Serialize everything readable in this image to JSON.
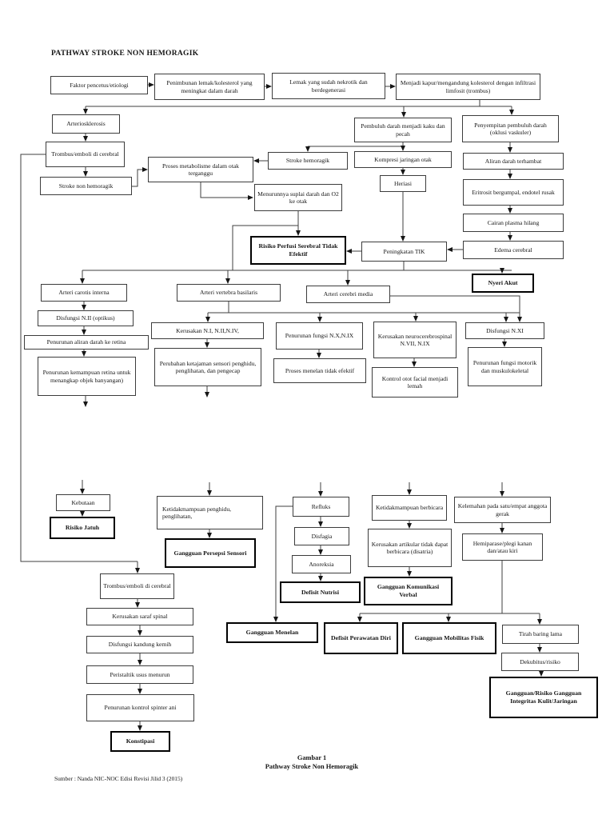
{
  "page": {
    "title": "PATHWAY STROKE NON HEMORAGIK",
    "caption_line1": "Gambar 1",
    "caption_line2": "Pathway Stroke Non Hemoragik",
    "source": "Sumber : Nanda NIC-NOC Edisi Revisi Jilid 3 (2015)"
  },
  "colors": {
    "background": "#ffffff",
    "box_border": "#3c3c3c",
    "diagnosis_border": "#000000",
    "connector": "#3f3f3f"
  },
  "nodes": {
    "faktor": {
      "label": "Faktor pencetus/etiologi"
    },
    "penimbunan": {
      "label": "Penimbunan lemak/kolesterol yang meningkat dalam darah"
    },
    "lemak_nekrotik": {
      "label": "Lemak yang sudah nekrotik dan berdegenerasi"
    },
    "menjadi_kapur": {
      "label": "Menjadi kapur/mengandung kolesterol dengan infiltrasi limfosit (trombus)"
    },
    "arteriosklerosis": {
      "label": "Arteriosklerosis"
    },
    "trombus_atas": {
      "label": "Trombus/emboli di cerebral"
    },
    "stroke_non": {
      "label": "Stroke non hemoragik"
    },
    "proses_metabolisme": {
      "label": "Proses metabolisme dalam otak terganggu"
    },
    "stroke_hemoragik": {
      "label": "Stroke hemoragik"
    },
    "pembuluh_kaku": {
      "label": "Pembuluh darah menjadi kaku dan pecah"
    },
    "kompresi": {
      "label": "Kompresi jaringan otak"
    },
    "heriasi": {
      "label": "Heriasi"
    },
    "penyempitan": {
      "label": "Penyempitan pembuluh darah (oklusi vaskuler)"
    },
    "aliran_terhambat": {
      "label": "Aliran darah terhambat"
    },
    "eritrosit": {
      "label": "Eritrosit bergumpal, endotel rusak"
    },
    "cairan_plasma": {
      "label": "Cairan plasma hilang"
    },
    "menurun_suplai": {
      "label": "Menurunnya suplai darah dan O2 ke otak"
    },
    "risiko_perfusi": {
      "label": "Risiko Perfusi Serebral Tidak Efektif"
    },
    "peningkatan_tik": {
      "label": "Peningkatan TIK"
    },
    "edema": {
      "label": "Edema cerebral"
    },
    "nyeri_akut": {
      "label": "Nyeri Akut"
    },
    "arteri_carotis": {
      "label": "Arteri carotis interna"
    },
    "arteri_vertebra": {
      "label": "Arteri vertebra basilaris"
    },
    "arteri_cerebri": {
      "label": "Arteri cerebri media"
    },
    "disfungsi_n2": {
      "label": "Disfungsi N.II (optikus)"
    },
    "penurunan_aliran_retina": {
      "label": "Penurunan aliran darah ke retina"
    },
    "penurunan_retina": {
      "label": "Penurunan kemampuan retina untuk menangkap objek banyangan)"
    },
    "kerusakan_n1": {
      "label": "Kerusakan N.I, N.II,N.IV,"
    },
    "perubahan_ketajaman": {
      "label": "Perubahan ketajaman sensori penghidu, penglihatan, dan pengecap"
    },
    "penurunan_nx": {
      "label": "Penurunan fungsi N.X,N.IX"
    },
    "proses_menelan": {
      "label": "Proses menelan tidak efektif"
    },
    "kerusakan_neuro": {
      "label": "Kerusakan neurocerebrospinal N.VII, N.IX"
    },
    "kontrol_otot": {
      "label": "Kontrol otot facial menjadi lemah"
    },
    "disfungsi_nxi": {
      "label": "Disfungsi N.XI"
    },
    "penurunan_motorik": {
      "label": "Penurunan fungsi motorik dan muskulokeletal"
    },
    "kebutaan": {
      "label": "Kebutaan"
    },
    "risiko_jatuh": {
      "label": "Risiko Jatuh"
    },
    "ketidakmampuan_penghidu": {
      "label": "Ketidakmampuan penghidu, penglihatan,"
    },
    "gangguan_persepsi": {
      "label": "Gangguan Persepsi Sensori"
    },
    "refluks": {
      "label": "Refluks"
    },
    "disfagia": {
      "label": "Disfagia"
    },
    "anoreksia": {
      "label": "Anoreksia"
    },
    "defisit_nutrisi": {
      "label": "Defisit Nutrisi"
    },
    "ketidakmampuan_berbicara": {
      "label": "Ketidakmampuan berbicara"
    },
    "kerusakan_artikular": {
      "label": "Kerusakan artikular tidak dapat berbicara (disatria)"
    },
    "gangguan_komunikasi": {
      "label": "Gangguan Komunikasi Verbal"
    },
    "kelemahan": {
      "label": "Kelemahan pada satu/empat anggota gerak"
    },
    "hemiparase": {
      "label": "Hemiparase/plegi kanan dan/atau kiri"
    },
    "gangguan_menelan": {
      "label": "Gangguan Menelan"
    },
    "defisit_perawatan": {
      "label": "Defisit Perawatan Diri"
    },
    "gangguan_mobilitas": {
      "label": "Gangguan Mobilitas Fisik"
    },
    "tirah_baring": {
      "label": "Tirah baring lama"
    },
    "dekubitus": {
      "label": "Dekubitus/risiko"
    },
    "gangguan_integritas": {
      "label": "Gangguan/Risiko Gangguan Integritas Kulit/Jaringan"
    },
    "trombus_bawah": {
      "label": "Trombus/emboli di cerebral"
    },
    "kerusakan_saraf": {
      "label": "Kerusakan saraf spinal"
    },
    "disfungsi_kandung": {
      "label": "Disfungsi kandung kemih"
    },
    "peristaltik": {
      "label": "Peristaltik usus menurun"
    },
    "penurunan_spinter": {
      "label": "Penurunan kontrol spinter ani"
    },
    "konstipasi": {
      "label": "Konstipasi"
    }
  }
}
